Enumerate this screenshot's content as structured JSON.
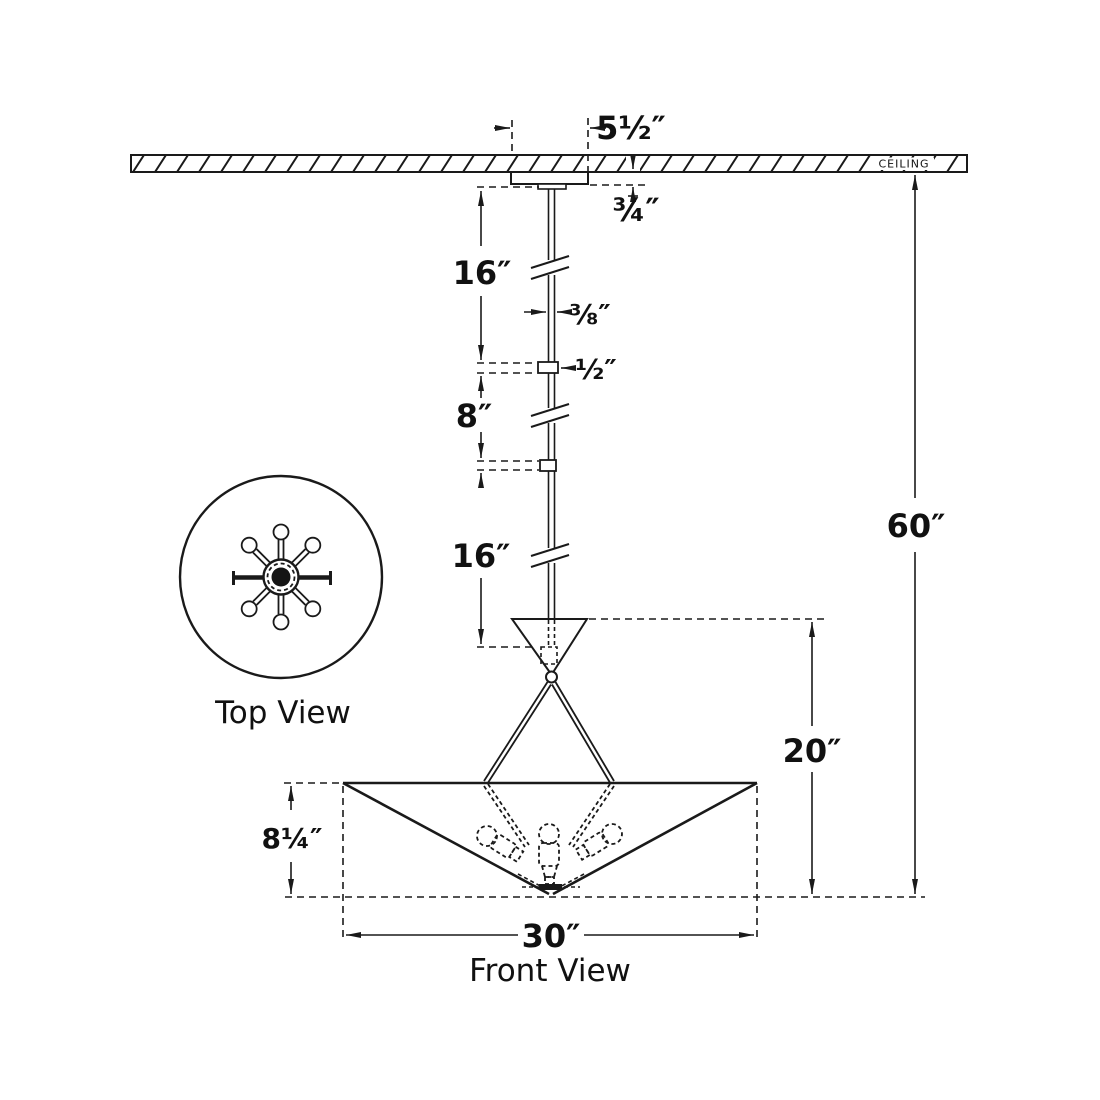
{
  "drawing": {
    "ceiling_label": "CEILING",
    "views": {
      "top": "Top View",
      "front": "Front View"
    },
    "dimensions": {
      "canopy_width": "5½″",
      "canopy_height": "¾″",
      "rod_upper": "16″",
      "rod_diameter": "⅜″",
      "coupler": "½″",
      "rod_middle": "8″",
      "rod_lower": "16″",
      "fixture_height": "20″",
      "overall_height": "60″",
      "shade_height": "8¼″",
      "shade_width": "30″"
    },
    "colors": {
      "line": "#1a1a1a",
      "background": "#ffffff"
    }
  }
}
